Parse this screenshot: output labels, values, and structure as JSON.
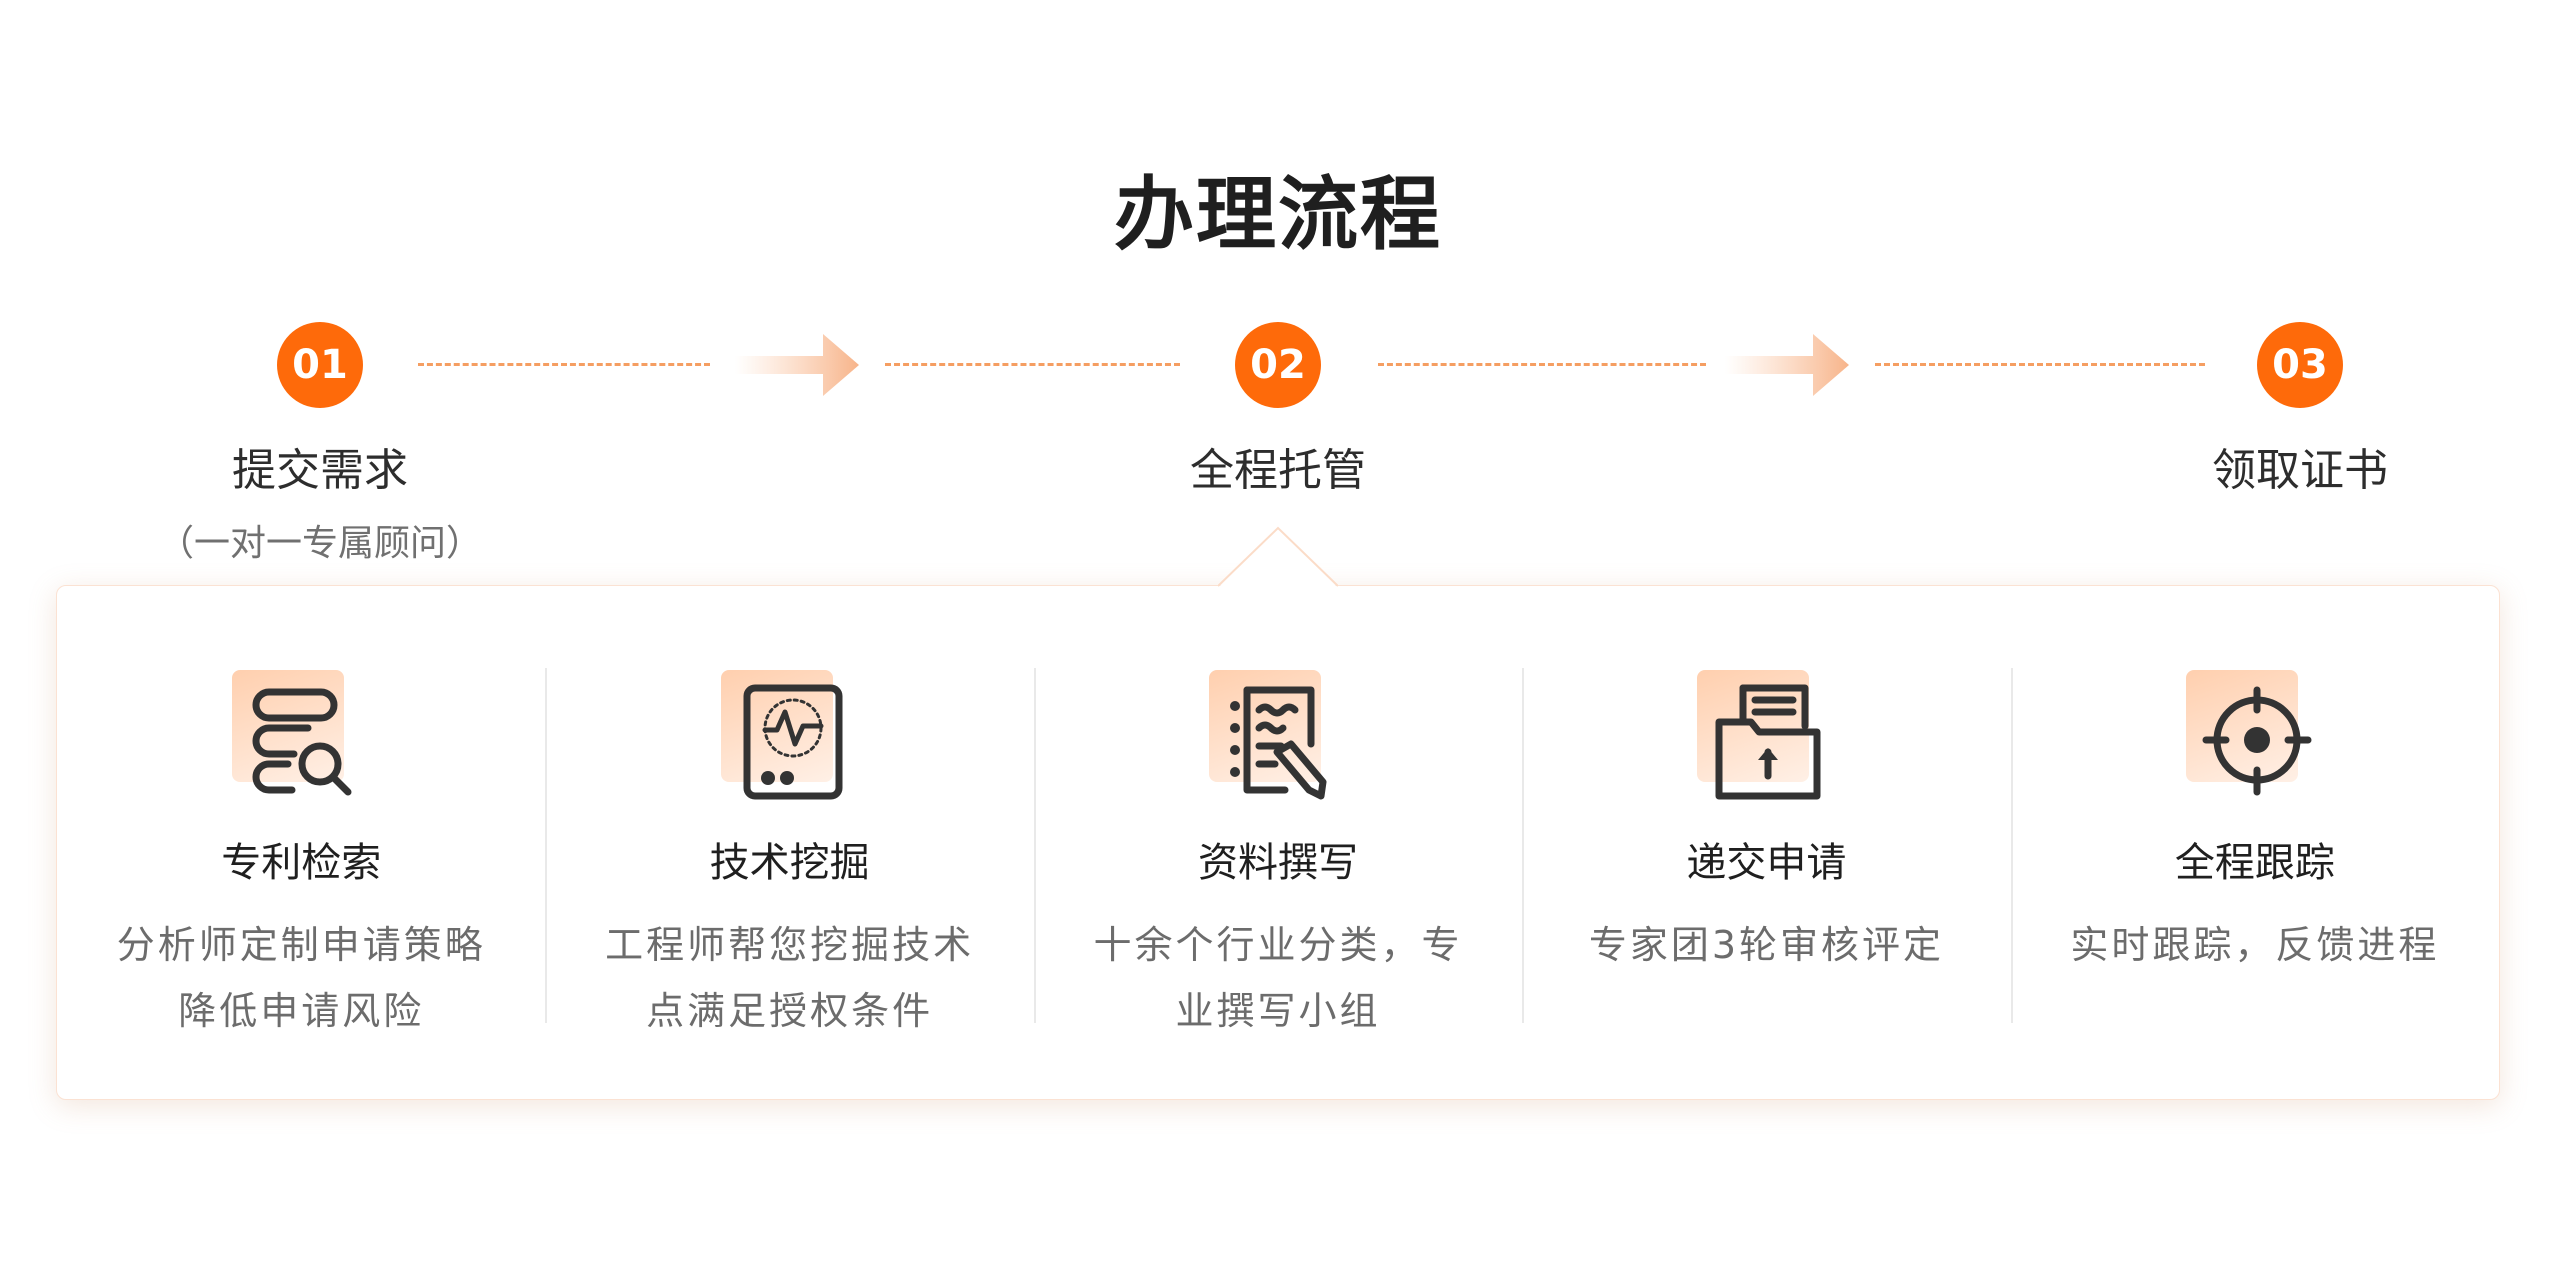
{
  "title": "办理流程",
  "accent_color": "#fe6a0a",
  "steps": [
    {
      "number": "01",
      "name": "提交需求",
      "sub": "（一对一专属顾问）"
    },
    {
      "number": "02",
      "name": "全程托管",
      "sub": ""
    },
    {
      "number": "03",
      "name": "领取证书",
      "sub": ""
    }
  ],
  "services": [
    {
      "icon": "database-search-icon",
      "title": "专利检索",
      "desc": "分析师定制申请策略降低申请风险"
    },
    {
      "icon": "pulse-monitor-icon",
      "title": "技术挖掘",
      "desc": "工程师帮您挖掘技术点满足授权条件"
    },
    {
      "icon": "document-pen-icon",
      "title": "资料撰写",
      "desc": "十余个行业分类，专业撰写小组"
    },
    {
      "icon": "folder-upload-icon",
      "title": "递交申请",
      "desc": "专家团3轮审核评定"
    },
    {
      "icon": "target-crosshair-icon",
      "title": "全程跟踪",
      "desc": "实时跟踪，反馈进程"
    }
  ]
}
